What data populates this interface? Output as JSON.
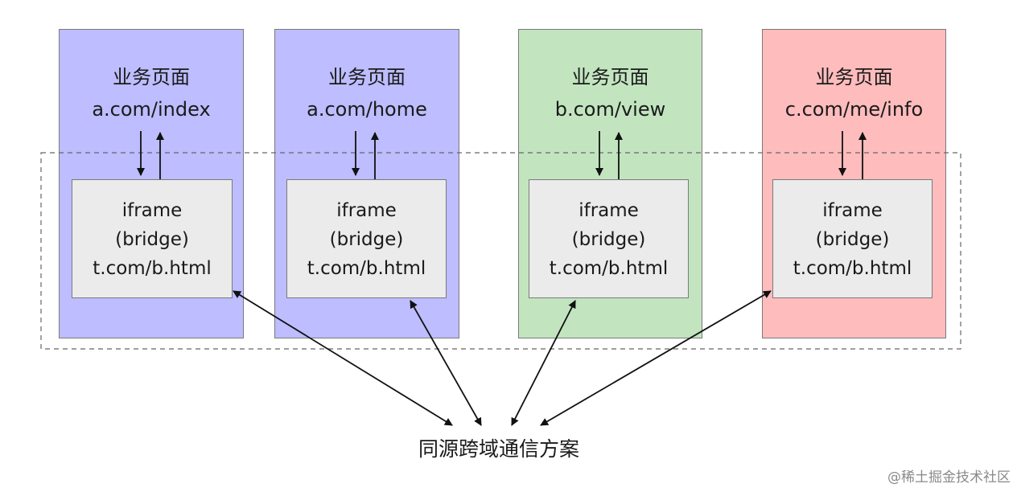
{
  "pages": [
    {
      "title": "业务页面",
      "url": "a.com/index"
    },
    {
      "title": "业务页面",
      "url": "a.com/home"
    },
    {
      "title": "业务页面",
      "url": "b.com/view"
    },
    {
      "title": "业务页面",
      "url": "c.com/me/info"
    }
  ],
  "iframes": [
    {
      "line1": "iframe",
      "line2": "(bridge)",
      "line3": "t.com/b.html"
    },
    {
      "line1": "iframe",
      "line2": "(bridge)",
      "line3": "t.com/b.html"
    },
    {
      "line1": "iframe",
      "line2": "(bridge)",
      "line3": "t.com/b.html"
    },
    {
      "line1": "iframe",
      "line2": "(bridge)",
      "line3": "t.com/b.html"
    }
  ],
  "bottom_label": "同源跨域通信方案",
  "watermark": "@稀土掘金技术社区",
  "colors": {
    "purple_box": "#bdbdff",
    "green_box": "#c2e5c0",
    "red_box": "#ffbcbd",
    "iframe_box": "#ebebeb",
    "border": "#7a7a7a",
    "arrow": "#111111"
  }
}
